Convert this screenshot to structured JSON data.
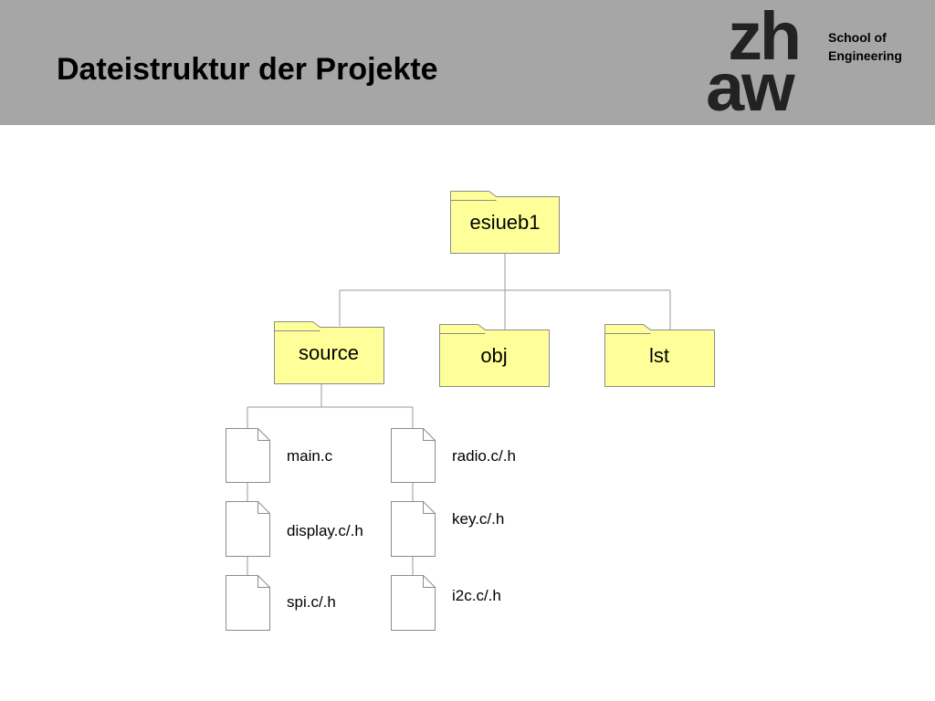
{
  "header": {
    "title": "Dateistruktur der Projekte",
    "logo": {
      "line1": "zh",
      "line2": "aw"
    },
    "school_line1": "School of",
    "school_line2": "Engineering",
    "background_color": "#a6a6a6"
  },
  "diagram": {
    "folder_color": "#ffff99",
    "root_folder": {
      "label": "esiueb1"
    },
    "subfolders": [
      {
        "label": "source"
      },
      {
        "label": "obj"
      },
      {
        "label": "lst"
      }
    ],
    "files_left": [
      {
        "label": "main.c"
      },
      {
        "label": "display.c/.h"
      },
      {
        "label": "spi.c/.h"
      }
    ],
    "files_right": [
      {
        "label": "radio.c/.h"
      },
      {
        "label": "key.c/.h"
      },
      {
        "label": "i2c.c/.h"
      }
    ]
  }
}
